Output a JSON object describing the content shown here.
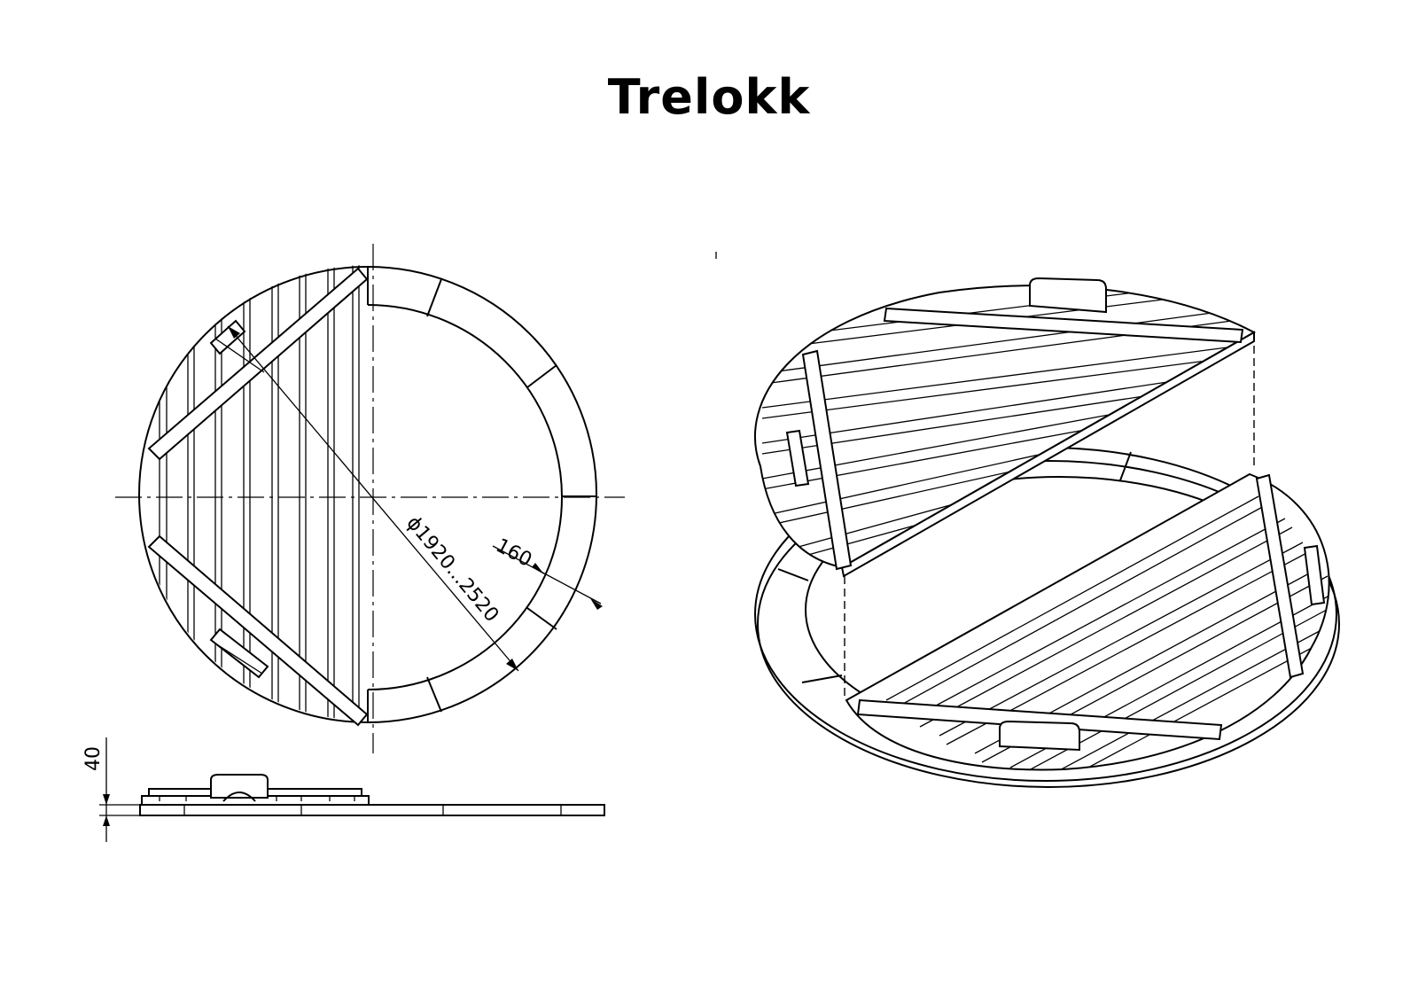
{
  "title": "Trelokk",
  "dimensions": {
    "diameter": "ϕ1920...2520",
    "rim_width": "160",
    "height": "40"
  },
  "views": {
    "plan": "plan-view",
    "side": "side-elevation-view",
    "iso": "isometric-exploded-view"
  }
}
